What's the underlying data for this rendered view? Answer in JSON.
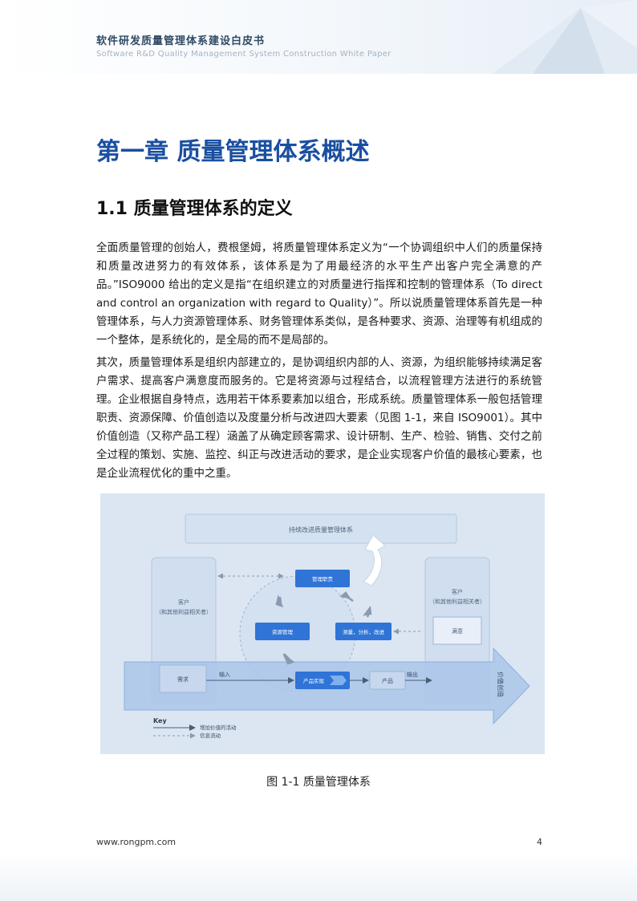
{
  "header": {
    "title": "软件研发质量管理体系建设白皮书",
    "subtitle": "Software R&D Quality Management System Construction White Paper"
  },
  "chapter_title": "第一章 质量管理体系概述",
  "section_title": "1.1 质量管理体系的定义",
  "paragraphs": [
    "全面质量管理的创始人，费根堡姆，将质量管理体系定义为“一个协调组织中人们的质量保持和质量改进努力的有效体系，该体系是为了用最经济的水平生产出客户完全满意的产品。”ISO9000 给出的定义是指“在组织建立的对质量进行指挥和控制的管理体系（To direct and control an organization with regard to Quality）”。所以说质量管理体系首先是一种管理体系，与人力资源管理体系、财务管理体系类似，是各种要求、资源、治理等有机组成的一个整体，是系统化的，是全局的而不是局部的。",
    "其次，质量管理体系是组织内部建立的，是协调组织内部的人、资源，为组织能够持续满足客户需求、提高客户满意度而服务的。它是将资源与过程结合，以流程管理方法进行的系统管理。企业根据自身特点，选用若干体系要素加以组合，形成系统。质量管理体系一般包括管理职责、资源保障、价值创造以及度量分析与改进四大要素（见图 1-1，来自 ISO9001）。其中价值创造（又称产品工程）涵盖了从确定顾客需求、设计研制、生产、检验、销售、交付之前全过程的策划、实施、监控、纠正与改进活动的要求，是企业实现客户价值的最核心要素，也是企业流程优化的重中之重。"
  ],
  "figure": {
    "top_banner": "持续改进质量管理体系",
    "left_customer": "客户",
    "left_customer_sub": "（和其他利益相关者）",
    "right_customer": "客户",
    "right_customer_sub": "（和其他利益相关者）",
    "requirements": "需求",
    "satisfaction": "满意",
    "management": "管理职责",
    "resource": "资源管理",
    "measurement": "测量，分析，改进",
    "realization": "产品实现",
    "product": "产品",
    "input": "输入",
    "output": "输出",
    "value_creation": "价值创造",
    "key_title": "Key",
    "key_value_activity": "增加价值的活动",
    "key_info_flow": "信息流动",
    "colors": {
      "box_blue": "#2f74d6",
      "panel_bg": "#dbe6f2",
      "band": "#aac6ea"
    }
  },
  "caption": "图 1-1  质量管理体系",
  "footer": {
    "url": "www.rongpm.com",
    "page": "4"
  }
}
